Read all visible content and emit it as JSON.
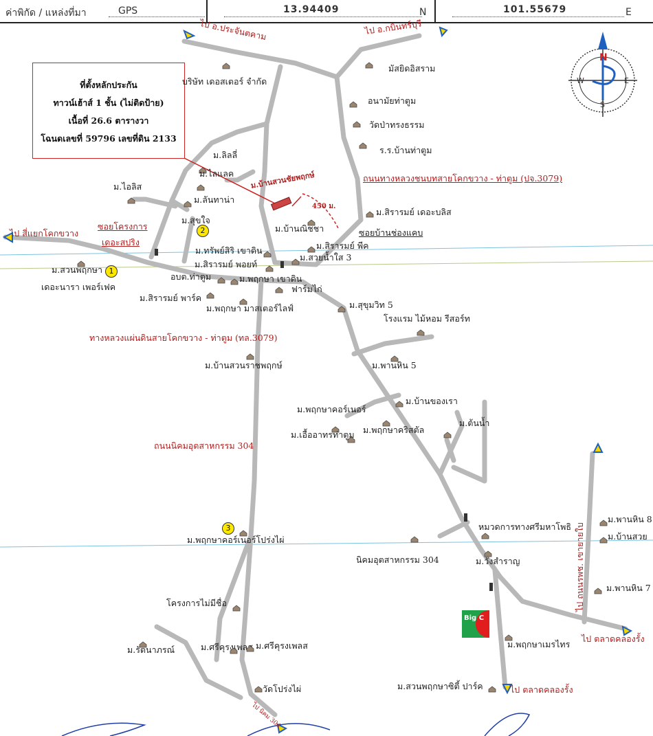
{
  "header": {
    "label": "ค่าพิกัด / แหล่งที่มา",
    "source": "GPS",
    "lat": "13.94409",
    "lat_dir": "N",
    "lon": "101.55679",
    "lon_dir": "E"
  },
  "property_box": {
    "line1": "ที่ตั้งหลักประกัน",
    "line2": "ทาวน์เฮ้าส์ 1 ชั้น (ไม่ติดป้าย)",
    "line3": "เนื้อที่ 26.6 ตารางวา",
    "line4": "โฉนดเลขที่ 59796 เลขที่ดิน 2133"
  },
  "compass": {
    "n": "N",
    "s": "S",
    "e": "E",
    "w": "W"
  },
  "roads": {
    "to_prachantakham": "ไป อ.ประจันตคาม",
    "to_kabinburi": "ไป อ.กบินทร์บุรี",
    "to_kokkhwang": "ไป สี่แยกโคกขวาง",
    "highway_3079_rural": "ถนนทางหลวงชนบทสายโคกขวาง - ท่าตูม (ปจ.3079)",
    "highway_3079": "ทางหลวงแผ่นดินสายโคกขวาง - ท่าตูม (ทล.3079)",
    "industrial_304": "ถนนนิคมอุตสาหกรรม 304",
    "to_market_1": "ไป ตลาดคลองรั้ง",
    "to_market_2": "ไป ตลาดคลองรั้ง",
    "to_market_3": "ไป ถนนรพช. เขายายใบ",
    "to_304": "ไป นิคม 304",
    "soi_project": "ซอยโครงการ",
    "soi_project_2": "เดอะสปริง",
    "soi_chongkhaep": "ซอยบ้านช่องแคบ",
    "distance": "450 ม."
  },
  "target_label": "ม.บ้านสวนชัยพฤกษ์",
  "places": [
    {
      "name": "บริษัท เดอสเตอร์ จำกัด"
    },
    {
      "name": "มัสยิดอิสราม"
    },
    {
      "name": "อนามัยท่าตูม"
    },
    {
      "name": "วัดป่าทรงธรรม"
    },
    {
      "name": "ร.ร.บ้านท่าตูม"
    },
    {
      "name": "ม.ลิลลี่"
    },
    {
      "name": "ม.ไลแลค"
    },
    {
      "name": "ม.ไอลิส"
    },
    {
      "name": "ม.ลันทาน่า"
    },
    {
      "name": "ม.สุขใจ"
    },
    {
      "name": "ม.สิรารมย์ เดอะบลิส"
    },
    {
      "name": "ม.บ้านณิชชา"
    },
    {
      "name": "ม.สิรารมย์ พีค"
    },
    {
      "name": "ม.สวยน้ำใส 3"
    },
    {
      "name": "ม.ทรัพย์สิริ เขาดิน"
    },
    {
      "name": "ม.สิรารมย์ พอยท์"
    },
    {
      "name": "ม.สวนพฤกษา"
    },
    {
      "name": "เดอะนารา เพอร์เฟค"
    },
    {
      "name": "อบต.ท่าตูม"
    },
    {
      "name": "ม.พฤกษา เขาดิน"
    },
    {
      "name": "ฟาร์มไก่"
    },
    {
      "name": "ม.สิรารมย์ พาร์ค"
    },
    {
      "name": "ม.พฤกษา มาสเตอร์ไลฟ์"
    },
    {
      "name": "ม.สุขุมวิท 5"
    },
    {
      "name": "โรงแรม ไม้หอม รีสอร์ท"
    },
    {
      "name": "ม.บ้านสวนราชพฤกษ์"
    },
    {
      "name": "ม.พานหิน 5"
    },
    {
      "name": "ม.บ้านของเรา"
    },
    {
      "name": "ม.พฤกษาคอร์เนอร์"
    },
    {
      "name": "ม.ต้นน้ำ"
    },
    {
      "name": "ม.เอื้ออาทรท่าตูม"
    },
    {
      "name": "ม.พฤกษาคริสตัล"
    },
    {
      "name": "ม.พฤกษาคอร์เนอร์โปร่งไผ่"
    },
    {
      "name": "หมวดการทางศรีมหาโพธิ"
    },
    {
      "name": "ม.วังสำราญ"
    },
    {
      "name": "นิคมอุตสาหกรรม 304"
    },
    {
      "name": "ม.พานหิน 8"
    },
    {
      "name": "ม.บ้านสวย"
    },
    {
      "name": "ม.พานหิน 7"
    },
    {
      "name": "โครงการไม่มีชื่อ"
    },
    {
      "name": "ม.รัตนาภรณ์"
    },
    {
      "name": "ม.ศรีคุรงเพลส"
    },
    {
      "name": "ม.ศรีคุรงเพลส"
    },
    {
      "name": "วัดโปร่งไผ่"
    },
    {
      "name": "ม.พฤกษาเมรไทร"
    },
    {
      "name": "ม.สวนพฤกษาซิตี้ ปาร์ค"
    }
  ],
  "markers": [
    "1",
    "2",
    "3"
  ],
  "bigc": "Big C",
  "colors": {
    "road": "#b8b8b8",
    "red": "#b01e1e",
    "blue_line": "#7cc3e0",
    "marker": "#ffe800"
  }
}
